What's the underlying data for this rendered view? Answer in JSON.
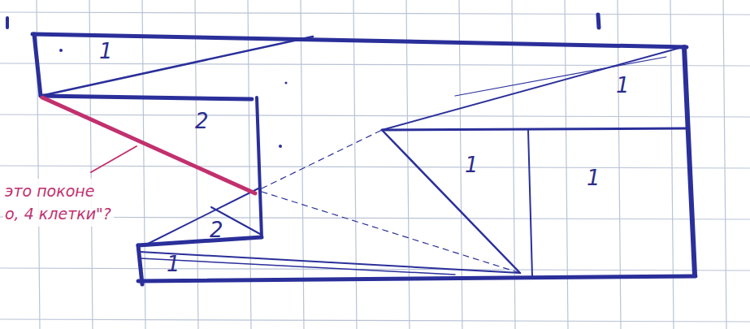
{
  "diagram": {
    "labels": [
      "1",
      "1",
      "2",
      "1",
      "1",
      "это поконе о, 4 клетки\"?",
      "2",
      "1"
    ]
  }
}
